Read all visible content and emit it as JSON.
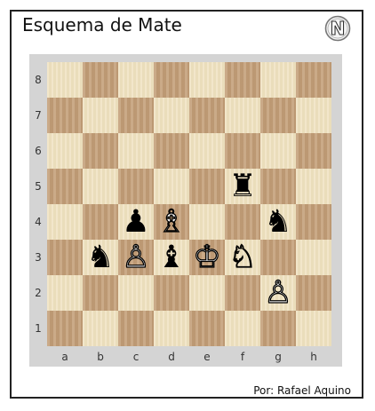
{
  "header": {
    "title": "Esquema de Mate",
    "logo_letter": "N"
  },
  "footer": {
    "credit": "Por: Rafael Aquino"
  },
  "board": {
    "files": [
      "a",
      "b",
      "c",
      "d",
      "e",
      "f",
      "g",
      "h"
    ],
    "ranks": [
      "8",
      "7",
      "6",
      "5",
      "4",
      "3",
      "2",
      "1"
    ],
    "colors": {
      "light": "#efe1bf",
      "dark": "#c4a07a",
      "frame": "#d4d4d4"
    },
    "pieces": [
      {
        "square": "f5",
        "color": "black",
        "type": "rook",
        "glyph": "♜"
      },
      {
        "square": "c4",
        "color": "black",
        "type": "pawn",
        "glyph": "♟"
      },
      {
        "square": "d4",
        "color": "white",
        "type": "bishop",
        "glyph": "♗"
      },
      {
        "square": "g4",
        "color": "black",
        "type": "knight",
        "glyph": "♞"
      },
      {
        "square": "b3",
        "color": "black",
        "type": "knight",
        "glyph": "♞"
      },
      {
        "square": "c3",
        "color": "white",
        "type": "pawn",
        "glyph": "♙"
      },
      {
        "square": "d3",
        "color": "black",
        "type": "bishop",
        "glyph": "♝"
      },
      {
        "square": "e3",
        "color": "white",
        "type": "king",
        "glyph": "♔"
      },
      {
        "square": "f3",
        "color": "white",
        "type": "knight",
        "glyph": "♘"
      },
      {
        "square": "g2",
        "color": "white",
        "type": "pawn",
        "glyph": "♙"
      }
    ]
  }
}
